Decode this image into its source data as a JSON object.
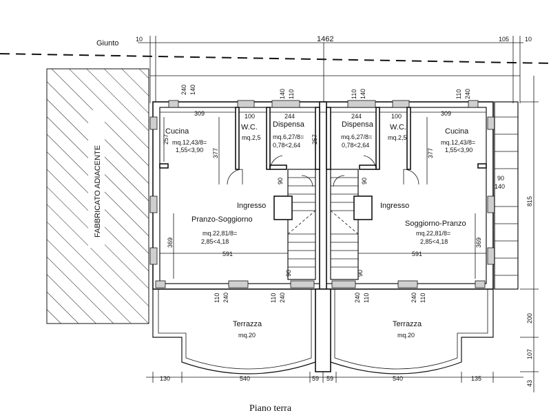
{
  "drawing": {
    "caption": "Piano terra",
    "joint_label": "Giunto",
    "adjacent_building_label": "FABBRICATO ADIACENTE"
  },
  "rooms": [
    {
      "id": "cucina-left",
      "name": "Cucina",
      "area": "mq.12,43/8=",
      "ratio": "1,55<3,90"
    },
    {
      "id": "wc-left",
      "name": "W.C.",
      "area": "mq.2,5",
      "ratio": ""
    },
    {
      "id": "dispensa-left",
      "name": "Dispensa",
      "area": "mq.6,27/8=",
      "ratio": "0,78<2,64"
    },
    {
      "id": "dispensa-right",
      "name": "Dispensa",
      "area": "mq.6,27/8=",
      "ratio": "0,78<2,64"
    },
    {
      "id": "wc-right",
      "name": "W.C.",
      "area": "mq.2,5",
      "ratio": ""
    },
    {
      "id": "cucina-right",
      "name": "Cucina",
      "area": "mq.12,43/8=",
      "ratio": "1,55<3,90"
    },
    {
      "id": "ingresso-left",
      "name": "Ingresso",
      "area": "",
      "ratio": ""
    },
    {
      "id": "ingresso-right",
      "name": "Ingresso",
      "area": "",
      "ratio": ""
    },
    {
      "id": "pranzo-left",
      "name": "Pranzo-Soggiorno",
      "area": "mq.22,81/8=",
      "ratio": "2,85<4,18"
    },
    {
      "id": "soggiorno-right",
      "name": "Soggiorno-Pranzo",
      "area": "mq.22,81/8=",
      "ratio": "2,85<4,18"
    },
    {
      "id": "terrazza-left",
      "name": "Terrazza",
      "area": "mq.20",
      "ratio": ""
    },
    {
      "id": "terrazza-right",
      "name": "Terrazza",
      "area": "mq.20",
      "ratio": ""
    }
  ],
  "dimensions": {
    "top": [
      "10",
      "1462",
      "105",
      "10"
    ],
    "bottom": [
      "130",
      "540",
      "59",
      "59",
      "540",
      "135"
    ],
    "right": [
      "815",
      "200",
      "107",
      "43"
    ],
    "window_ticks": [
      "240",
      "110",
      "140",
      "110",
      "240"
    ],
    "room_widths": [
      "309",
      "100",
      "244",
      "244",
      "100",
      "309"
    ],
    "room_heights": [
      "257",
      "377",
      "257",
      "377"
    ],
    "living_width": "591",
    "living_height": "369",
    "stair": "90",
    "side_window": [
      "90",
      "140"
    ]
  }
}
